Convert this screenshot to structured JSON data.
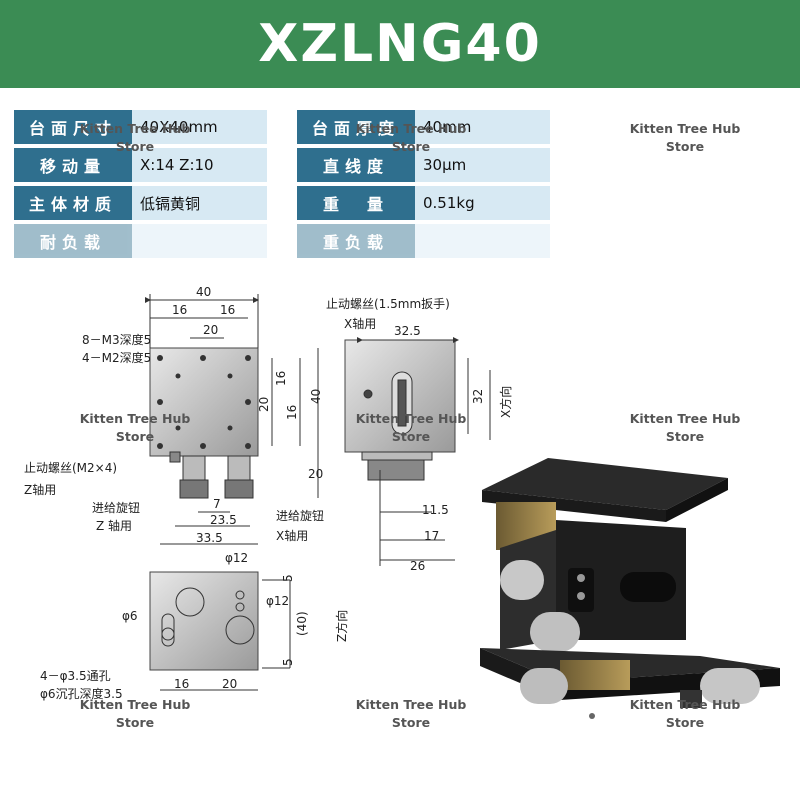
{
  "header": {
    "title": "XZLNG40",
    "background": "#3b8c54"
  },
  "specs": {
    "left": [
      {
        "label": "台面尺寸",
        "value": "40X40mm"
      },
      {
        "label": "移动量",
        "value": "X:14  Z:10"
      },
      {
        "label": "主体材质",
        "value": "低镉黄铜"
      },
      {
        "label": "耐负载",
        "value": ""
      }
    ],
    "right": [
      {
        "label": "台面厚度",
        "value": "40mm"
      },
      {
        "label": "直线度",
        "value": "30μm"
      },
      {
        "label": "重　量",
        "value": "0.51kg"
      },
      {
        "label": "重负载",
        "value": ""
      }
    ]
  },
  "watermark": {
    "line1": "Kitten Tree Hub",
    "line2": "Store"
  },
  "drawing": {
    "top_view": {
      "dim_width": "40",
      "dim_16a": "16",
      "dim_16b": "16",
      "dim_20": "20",
      "note_m3": "8－M3深度5",
      "note_m2": "4－M2深度5",
      "dim_right_16a": "16",
      "dim_right_20": "20",
      "dim_right_16b": "16",
      "dim_right_40": "40",
      "dim_right_20b": "20",
      "note_lock": "止动螺丝(M2×4)",
      "note_lock_axis": "Z轴用",
      "note_knob": "进给旋钮",
      "note_knob_axis": "Z 轴用",
      "dim_7": "7",
      "dim_23_5": "23.5",
      "dim_33_5": "33.5",
      "note_knob_x": "进给旋钮",
      "note_knob_x_axis": "X轴用"
    },
    "side_view": {
      "note_lock": "止动螺丝(1.5mm扳手)",
      "note_lock_axis": "X轴用",
      "dim_32_5": "32.5",
      "dim_32": "32",
      "dir_x": "X方向",
      "dim_11_5": "11.5",
      "dim_17": "17",
      "dim_26": "26"
    },
    "bottom_view": {
      "dim_phi12a": "φ12",
      "dim_phi12b": "φ12",
      "dim_phi6": "φ6",
      "dim_5a": "5",
      "dim_40": "(40)",
      "dim_5b": "5",
      "dir_z": "Z方向",
      "note_hole": "4－φ3.5通孔",
      "note_counter": "φ6沉孔深度3.5",
      "dim_16": "16",
      "dim_20": "20"
    }
  }
}
